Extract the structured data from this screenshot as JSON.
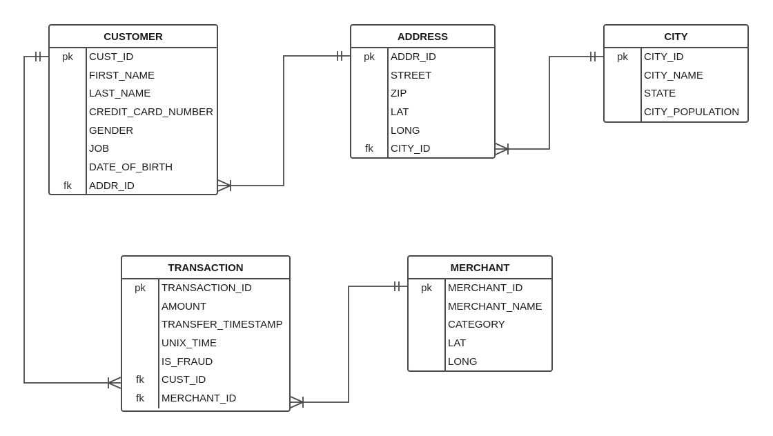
{
  "entities": {
    "customer": {
      "title": "CUSTOMER",
      "fields": [
        {
          "key": "pk",
          "name": "CUST_ID"
        },
        {
          "key": "",
          "name": "FIRST_NAME"
        },
        {
          "key": "",
          "name": "LAST_NAME"
        },
        {
          "key": "",
          "name": "CREDIT_CARD_NUMBER"
        },
        {
          "key": "",
          "name": "GENDER"
        },
        {
          "key": "",
          "name": "JOB"
        },
        {
          "key": "",
          "name": "DATE_OF_BIRTH"
        },
        {
          "key": "fk",
          "name": "ADDR_ID"
        }
      ]
    },
    "address": {
      "title": "ADDRESS",
      "fields": [
        {
          "key": "pk",
          "name": "ADDR_ID"
        },
        {
          "key": "",
          "name": "STREET"
        },
        {
          "key": "",
          "name": "ZIP"
        },
        {
          "key": "",
          "name": "LAT"
        },
        {
          "key": "",
          "name": "LONG"
        },
        {
          "key": "fk",
          "name": "CITY_ID"
        }
      ]
    },
    "city": {
      "title": "CITY",
      "fields": [
        {
          "key": "pk",
          "name": "CITY_ID"
        },
        {
          "key": "",
          "name": "CITY_NAME"
        },
        {
          "key": "",
          "name": "STATE"
        },
        {
          "key": "",
          "name": "CITY_POPULATION"
        }
      ]
    },
    "transaction": {
      "title": "TRANSACTION",
      "fields": [
        {
          "key": "pk",
          "name": "TRANSACTION_ID"
        },
        {
          "key": "",
          "name": "AMOUNT"
        },
        {
          "key": "",
          "name": "TRANSFER_TIMESTAMP"
        },
        {
          "key": "",
          "name": "UNIX_TIME"
        },
        {
          "key": "",
          "name": "IS_FRAUD"
        },
        {
          "key": "fk",
          "name": "CUST_ID"
        },
        {
          "key": "fk",
          "name": "MERCHANT_ID"
        }
      ]
    },
    "merchant": {
      "title": "MERCHANT",
      "fields": [
        {
          "key": "pk",
          "name": "MERCHANT_ID"
        },
        {
          "key": "",
          "name": "MERCHANT_NAME"
        },
        {
          "key": "",
          "name": "CATEGORY"
        },
        {
          "key": "",
          "name": "LAT"
        },
        {
          "key": "",
          "name": "LONG"
        }
      ]
    }
  },
  "relationships": [
    {
      "from": "customer",
      "to": "address",
      "cardinality": "many-to-one"
    },
    {
      "from": "address",
      "to": "city",
      "cardinality": "many-to-one"
    },
    {
      "from": "transaction",
      "to": "customer",
      "cardinality": "many-to-one"
    },
    {
      "from": "transaction",
      "to": "merchant",
      "cardinality": "many-to-one"
    }
  ],
  "colors": {
    "line": "#4a4a4a",
    "border": "#4a4a4a",
    "text": "#1a1a1a"
  }
}
